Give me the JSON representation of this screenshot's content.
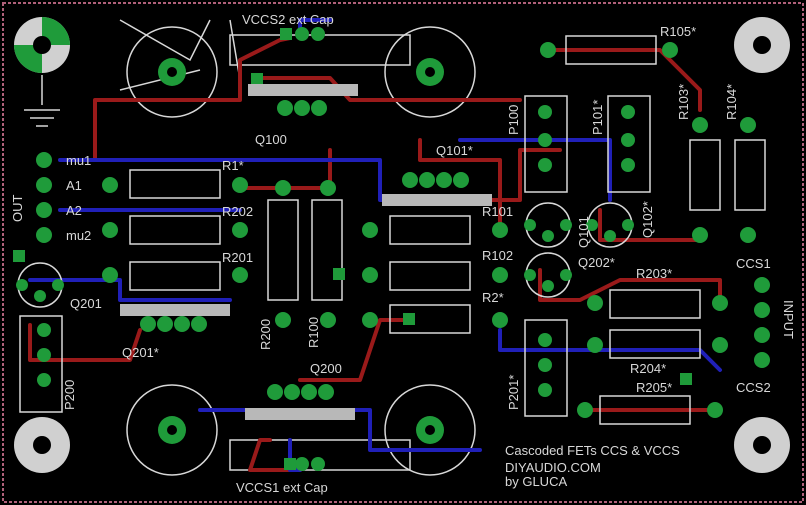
{
  "title_text": "Cascoded FETs CCS & VCCS",
  "site_text": "DIYAUDIO.COM",
  "author_text": "by GLUCA",
  "labels": {
    "vccs2_cap": "VCCS2 ext Cap",
    "vccs1_cap": "VCCS1 ext Cap",
    "out": "OUT",
    "input": "INPUT",
    "mu1": "mu1",
    "a1": "A1",
    "a2": "A2",
    "mu2": "mu2",
    "ccs1": "CCS1",
    "ccs2": "CCS2"
  },
  "components": {
    "q100": "Q100",
    "q101": "Q101*",
    "q101b": "Q101",
    "q102": "Q102*",
    "q200": "Q200",
    "q201": "Q201",
    "q201b": "Q201*",
    "q202": "Q202*",
    "r1": "R1*",
    "r2": "R2*",
    "r100": "R100",
    "r101": "R101",
    "r102": "R102",
    "r103": "R103*",
    "r104": "R104*",
    "r105": "R105*",
    "r200": "R200",
    "r201": "R201",
    "r202": "R202",
    "r203": "R203*",
    "r204": "R204*",
    "r205": "R205*",
    "p100": "P100",
    "p101": "P101*",
    "p200": "P200",
    "p201": "P201*"
  },
  "colors": {
    "board": "#000000",
    "silkscreen": "#d8d8d8",
    "top_copper": "#9a1a1a",
    "bottom_copper": "#2020b8",
    "pads": "#1f9b3a"
  }
}
